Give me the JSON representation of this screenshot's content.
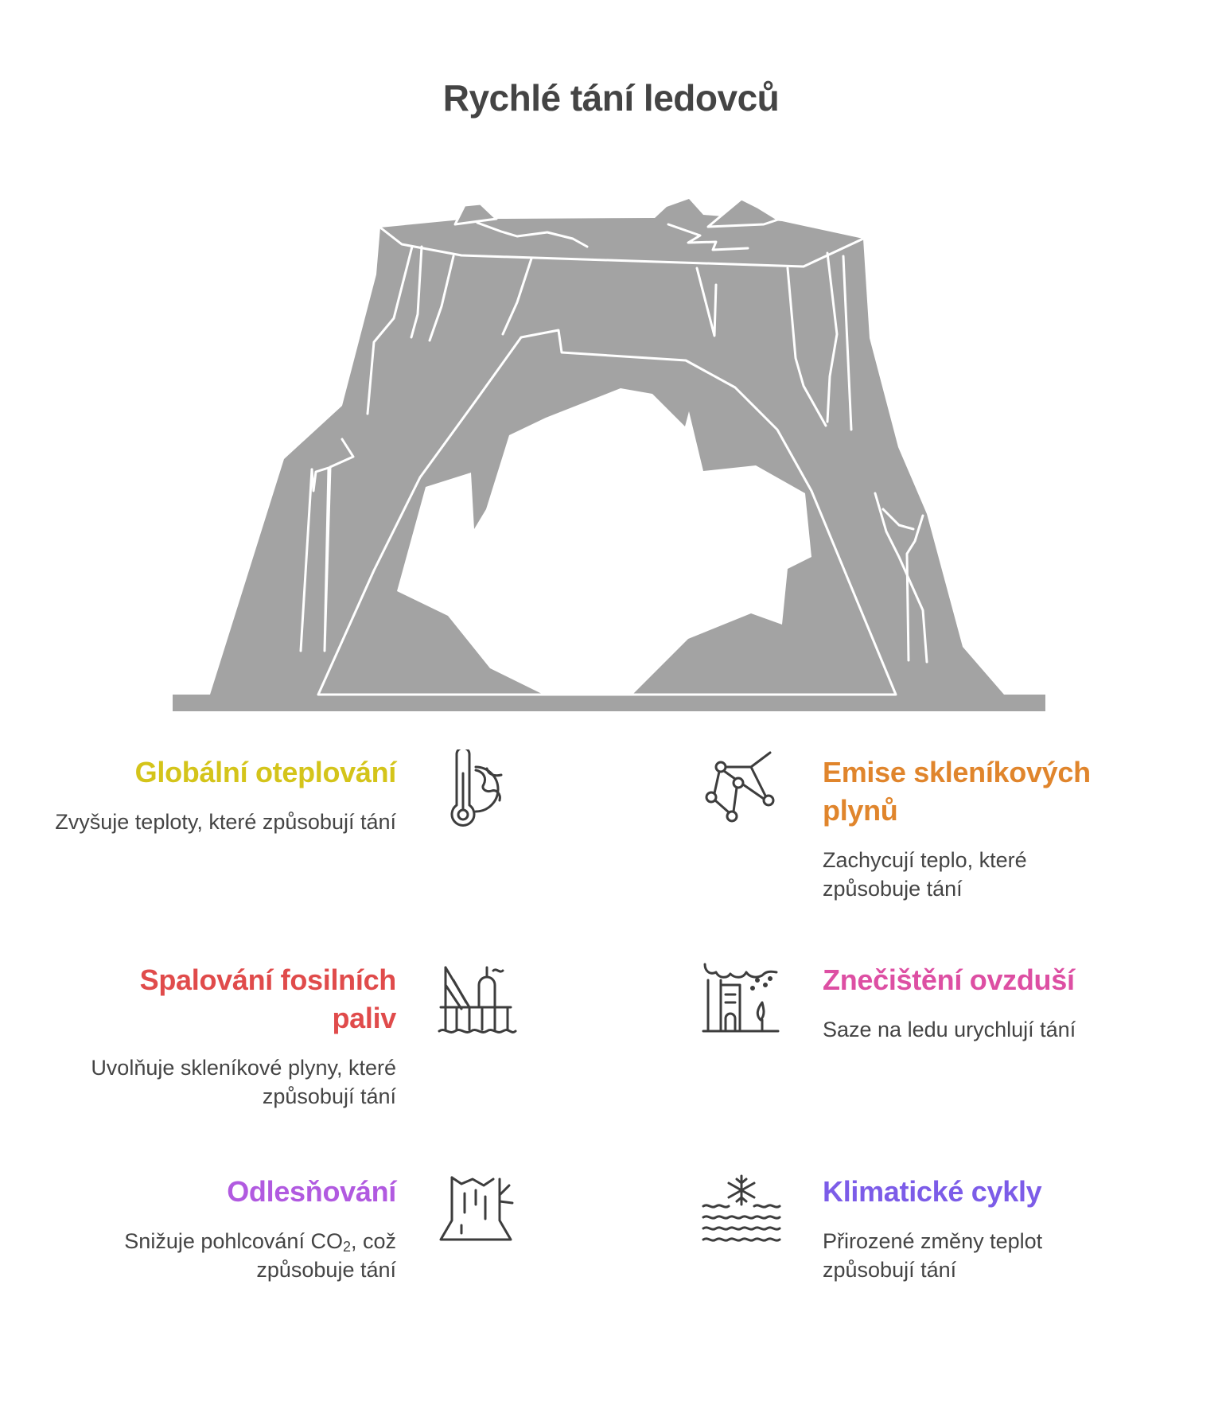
{
  "title": "Rychlé tání ledovců",
  "colors": {
    "glacier": "#a3a3a3",
    "global_warming": "#d4c41a",
    "greenhouse": "#e0852c",
    "fossil": "#e04b4b",
    "pollution": "#dd4fa3",
    "deforestation": "#b15ae0",
    "climate_cycles": "#7c5ce8"
  },
  "causes": [
    {
      "title": "Globální oteplování",
      "desc": "Zvyšuje teploty, které způsobují tání",
      "icon": "thermometer-globe-icon"
    },
    {
      "title": "Emise skleníkových plynů",
      "desc": "Zachycují teplo, které způsobuje tání",
      "icon": "molecule-network-icon"
    },
    {
      "title": "Spalování fosilních paliv",
      "desc": "Uvolňuje skleníkové plyny, které způsobují tání",
      "icon": "oil-rig-icon"
    },
    {
      "title": "Znečištění ovzduší",
      "desc": "Saze na ledu urychlují tání",
      "icon": "smog-city-icon"
    },
    {
      "title": "Odlesňování",
      "desc_before": "Snižuje pohlcování CO",
      "desc_sub": "2",
      "desc_after": ", což způsobuje tání",
      "icon": "tree-stump-icon"
    },
    {
      "title": "Klimatické cykly",
      "desc": "Přirozené změny teplot způsobují tání",
      "icon": "snowflake-waves-icon"
    }
  ]
}
